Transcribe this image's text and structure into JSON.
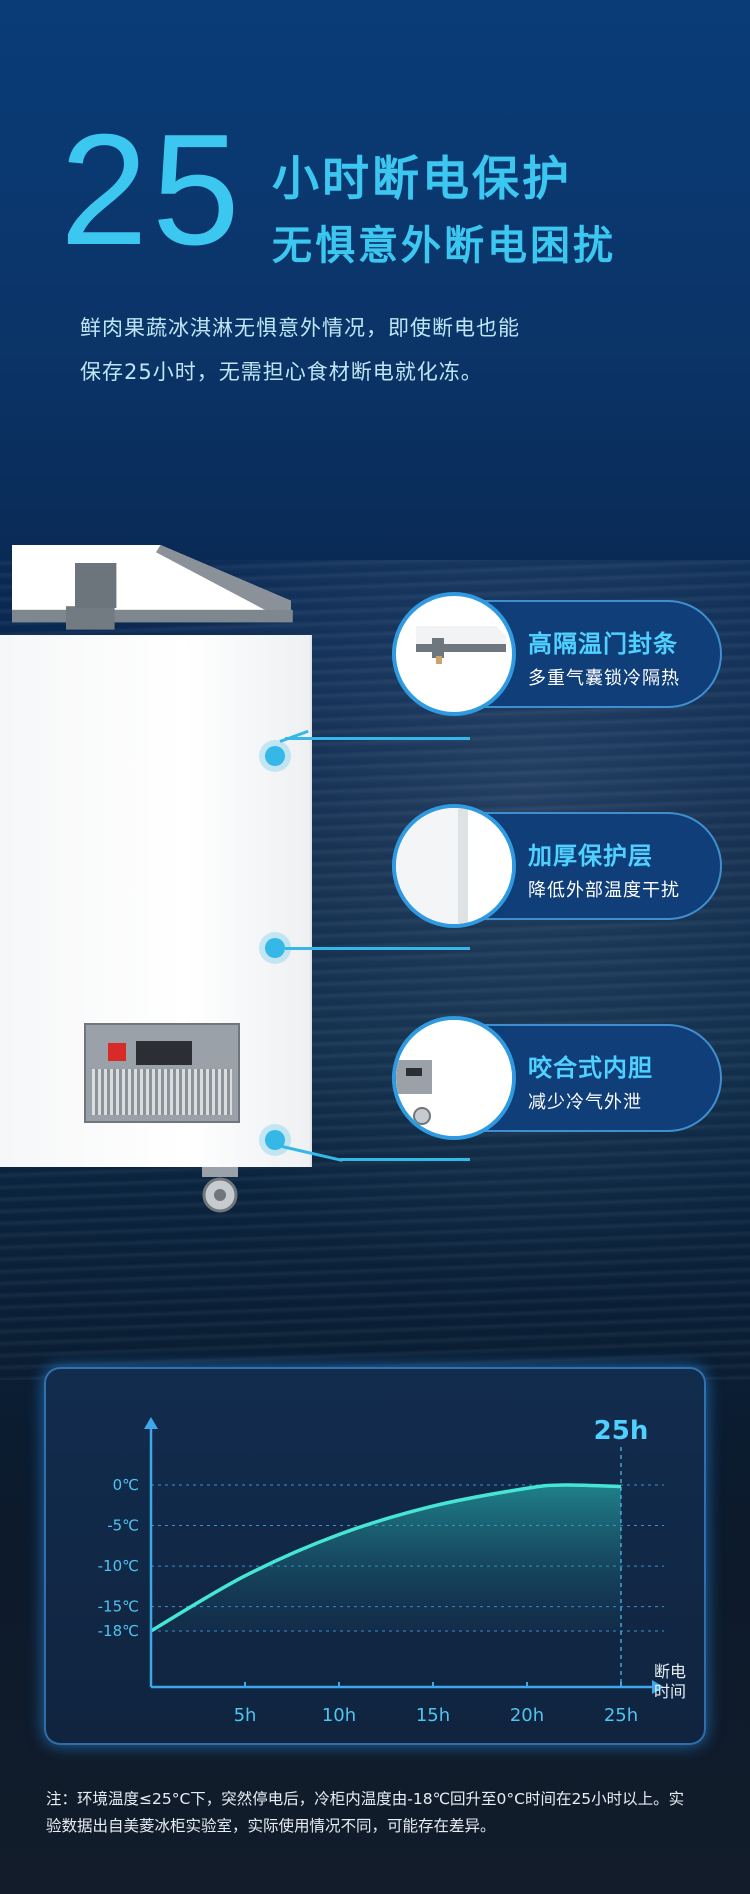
{
  "hero": {
    "number": "25",
    "title_line1": "小时断电保护",
    "title_line2": "无惧意外断电困扰",
    "desc_line1": "鲜肉果蔬冰淇淋无惧意外情况，即使断电也能",
    "desc_line2": "保存25小时，无需担心食材断电就化冻。"
  },
  "features": [
    {
      "title": "高隔温门封条",
      "subtitle": "多重气囊锁冷隔热",
      "icon": "door-seal-detail-icon"
    },
    {
      "title": "加厚保护层",
      "subtitle": "降低外部温度干扰",
      "icon": "insulation-layer-detail-icon"
    },
    {
      "title": "咬合式内胆",
      "subtitle": "减少冷气外泄",
      "icon": "inner-liner-detail-icon"
    }
  ],
  "colors": {
    "accent": "#3cc7f0",
    "line": "#46e6d7",
    "panel": "#122c4e"
  },
  "chart_data": {
    "type": "area",
    "title": "",
    "xlabel": "断电时间",
    "ylabel": "",
    "x_ticks": [
      "5h",
      "10h",
      "15h",
      "20h",
      "25h"
    ],
    "y_ticks": [
      "0℃",
      "-5℃",
      "-10℃",
      "-15℃",
      "-18℃"
    ],
    "y_tick_values": [
      0,
      -5,
      -10,
      -15,
      -18
    ],
    "xlim": [
      0,
      25
    ],
    "ylim": [
      -18,
      0
    ],
    "annotation": "25h",
    "grid": true,
    "series": [
      {
        "values": [
          {
            "x": 0,
            "y": -18
          },
          {
            "x": 5,
            "y": -11.2
          },
          {
            "x": 10,
            "y": -6.1
          },
          {
            "x": 15,
            "y": -2.6
          },
          {
            "x": 20,
            "y": -0.4
          },
          {
            "x": 22,
            "y": 0
          },
          {
            "x": 25,
            "y": -0.2
          }
        ]
      }
    ]
  },
  "footnote": {
    "line1": "注：环境温度≤25°C下，突然停电后，冷柜内温度由-18℃回升至0°C时间在25小时以上。实",
    "line2": "验数据出自美菱冰柜实验室，实际使用情况不同，可能存在差异。"
  }
}
